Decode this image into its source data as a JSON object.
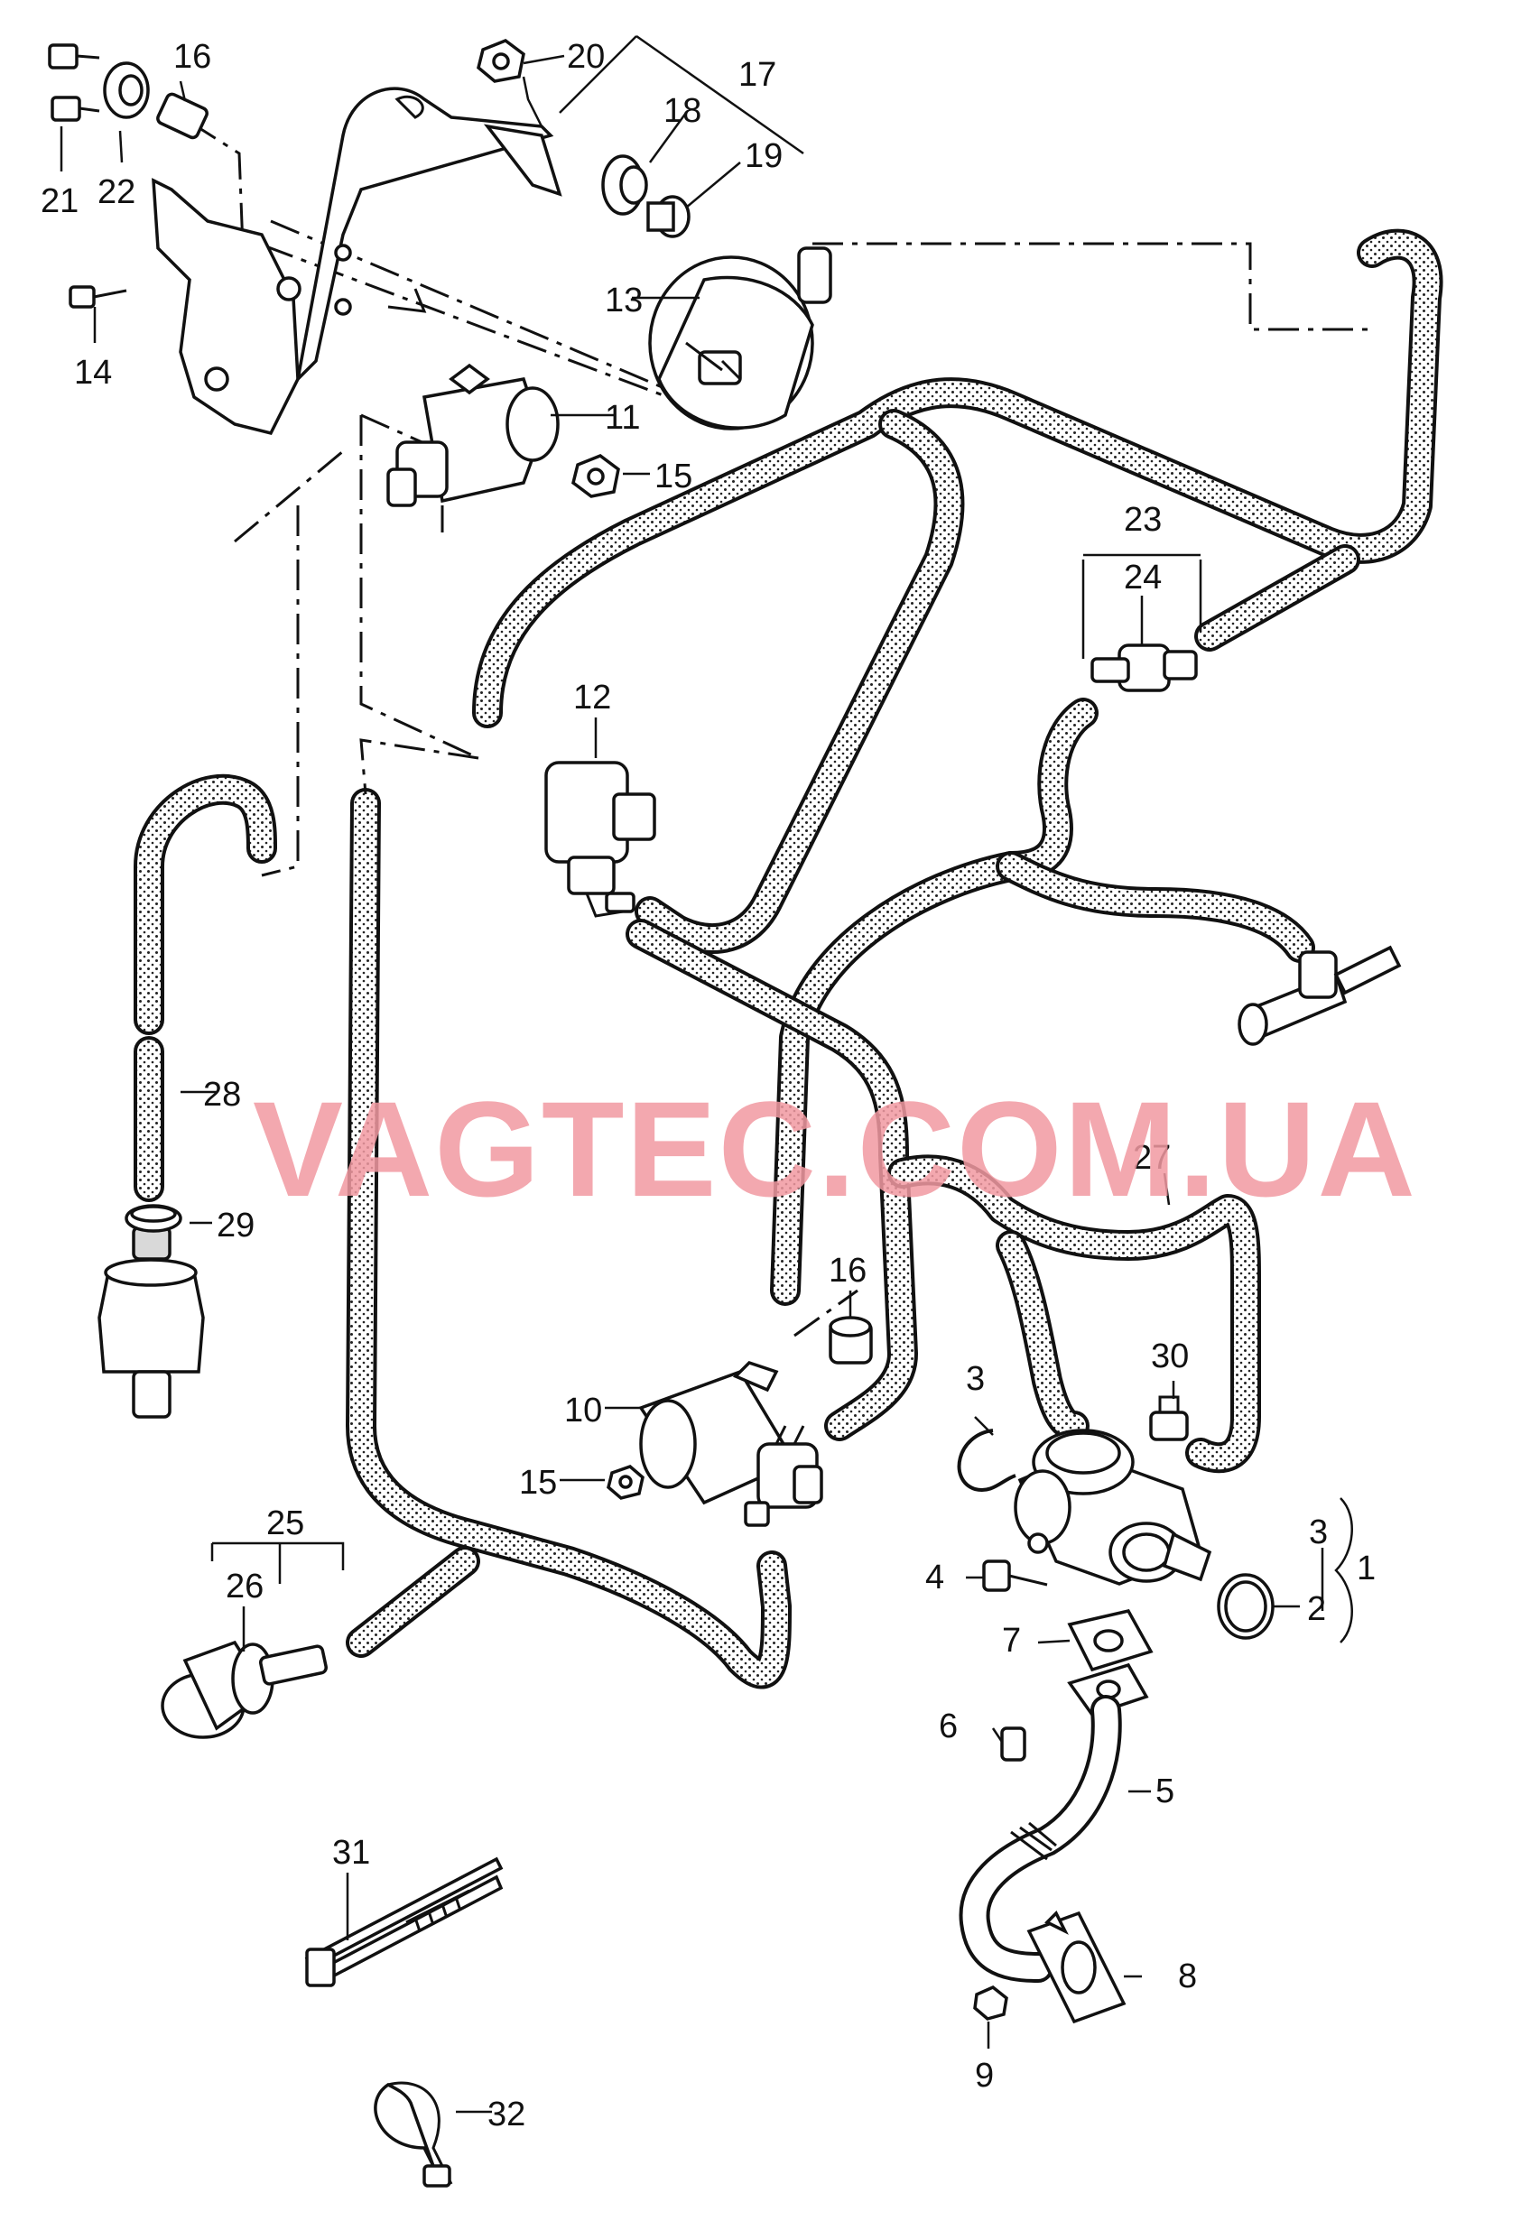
{
  "watermark": "VAGTEC.COM.UA",
  "callouts": [
    {
      "id": "c1",
      "text": "1"
    },
    {
      "id": "c2",
      "text": "2"
    },
    {
      "id": "c3a",
      "text": "3"
    },
    {
      "id": "c3b",
      "text": "3"
    },
    {
      "id": "c4",
      "text": "4"
    },
    {
      "id": "c5",
      "text": "5"
    },
    {
      "id": "c6",
      "text": "6"
    },
    {
      "id": "c7",
      "text": "7"
    },
    {
      "id": "c8",
      "text": "8"
    },
    {
      "id": "c9",
      "text": "9"
    },
    {
      "id": "c10",
      "text": "10"
    },
    {
      "id": "c11",
      "text": "11"
    },
    {
      "id": "c12",
      "text": "12"
    },
    {
      "id": "c13",
      "text": "13"
    },
    {
      "id": "c14",
      "text": "14"
    },
    {
      "id": "c15a",
      "text": "15"
    },
    {
      "id": "c15b",
      "text": "15"
    },
    {
      "id": "c16a",
      "text": "16"
    },
    {
      "id": "c16b",
      "text": "16"
    },
    {
      "id": "c17",
      "text": "17"
    },
    {
      "id": "c18",
      "text": "18"
    },
    {
      "id": "c19",
      "text": "19"
    },
    {
      "id": "c20",
      "text": "20"
    },
    {
      "id": "c21",
      "text": "21"
    },
    {
      "id": "c22",
      "text": "22"
    },
    {
      "id": "c23",
      "text": "23"
    },
    {
      "id": "c24",
      "text": "24"
    },
    {
      "id": "c25",
      "text": "25"
    },
    {
      "id": "c26",
      "text": "26"
    },
    {
      "id": "c27",
      "text": "27"
    },
    {
      "id": "c28",
      "text": "28"
    },
    {
      "id": "c29",
      "text": "29"
    },
    {
      "id": "c30",
      "text": "30"
    },
    {
      "id": "c31",
      "text": "31"
    },
    {
      "id": "c32",
      "text": "32"
    }
  ]
}
